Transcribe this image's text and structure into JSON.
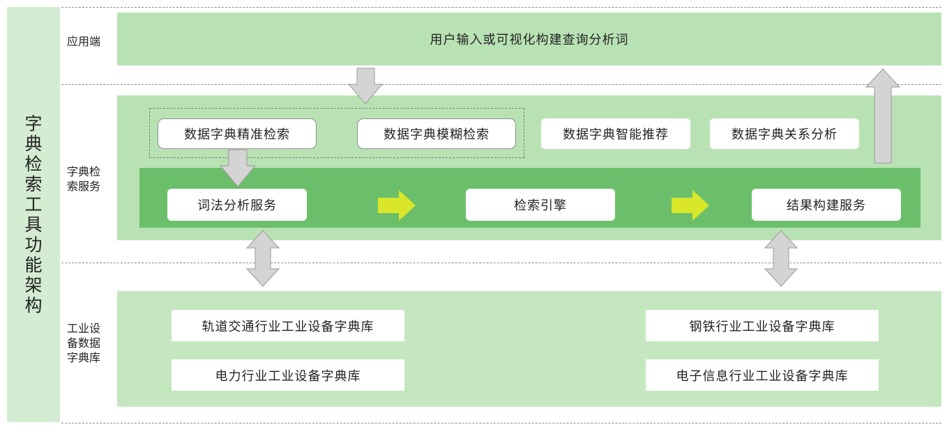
{
  "sidebar": {
    "title": "字典检索工具功能架构"
  },
  "layers": {
    "app": {
      "label": "应用端",
      "input_text": "用户输入或可视化构建查询分析词"
    },
    "service": {
      "label": "字典检索服务",
      "features": [
        "数据字典精准检索",
        "数据字典模糊检索",
        "数据字典智能推荐",
        "数据字典关系分析"
      ],
      "pipeline": [
        "词法分析服务",
        "检索引擎",
        "结果构建服务"
      ]
    },
    "data": {
      "label": "工业设备数据字典库",
      "libraries": [
        "轨道交通行业工业设备字典库",
        "电力行业工业设备字典库",
        "钢铁行业工业设备字典库",
        "电子信息行业工业设备字典库"
      ]
    }
  },
  "colors": {
    "band": "#b9e2b4",
    "sidebar": "#d4ecd2",
    "pipeline_bar": "#6cbf6a",
    "flow_arrow": "#d9e62a",
    "gray_arrow": "#d4d4d4"
  }
}
